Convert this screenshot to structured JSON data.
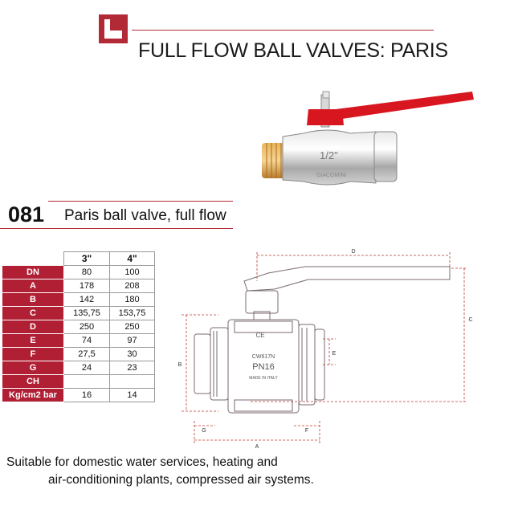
{
  "header": {
    "title": "FULL FLOW BALL VALVES: PARIS",
    "logo_icon": "company-logo-icon",
    "brand_color": "#b22a36"
  },
  "product": {
    "code": "081",
    "name": "Paris ball valve, full flow",
    "photo_markings": {
      "size": "1/2\"",
      "left": "GIACOMINI"
    }
  },
  "spec_table": {
    "columns": [
      "3\"",
      "4\""
    ],
    "rows": [
      {
        "label": "DN",
        "values": [
          "80",
          "100"
        ]
      },
      {
        "label": "A",
        "values": [
          "178",
          "208"
        ]
      },
      {
        "label": "B",
        "values": [
          "142",
          "180"
        ]
      },
      {
        "label": "C",
        "values": [
          "135,75",
          "153,75"
        ]
      },
      {
        "label": "D",
        "values": [
          "250",
          "250"
        ]
      },
      {
        "label": "E",
        "values": [
          "74",
          "97"
        ]
      },
      {
        "label": "F",
        "values": [
          "27,5",
          "30"
        ]
      },
      {
        "label": "G",
        "values": [
          "24",
          "23"
        ]
      },
      {
        "label": "CH",
        "values": [
          "",
          ""
        ]
      },
      {
        "label": "Kg/cm2 bar",
        "values": [
          "16",
          "14"
        ]
      }
    ],
    "label_color": "#b01f34"
  },
  "drawing": {
    "dims": {
      "a": "A",
      "b": "B",
      "c": "C",
      "d": "D",
      "e": "E",
      "f": "F",
      "g": "G"
    },
    "body_text": {
      "ce": "CE",
      "alloy": "CW617N",
      "pn": "PN16",
      "origin": "MADE IN ITALY"
    },
    "dim_color": "#c0392b"
  },
  "footer": {
    "line1": "Suitable for domestic water services, heating and",
    "line2": "air-conditioning plants, compressed air systems."
  }
}
